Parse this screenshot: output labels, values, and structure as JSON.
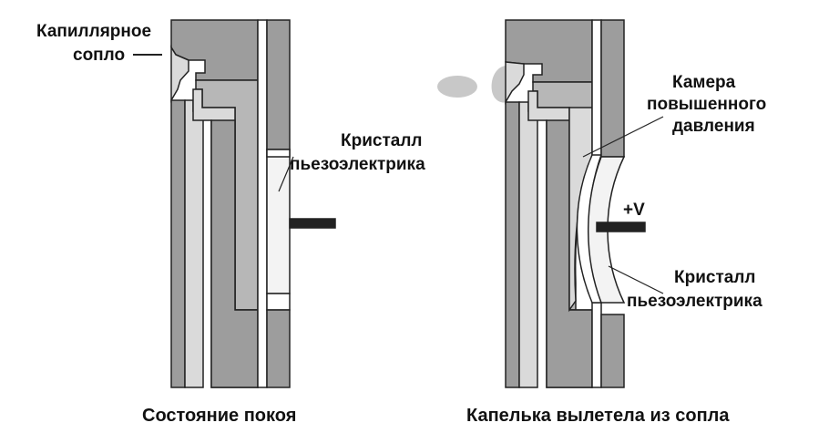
{
  "left": {
    "nozzle_label": [
      "Капиллярное",
      "сопло"
    ],
    "crystal_label": [
      "Кристалл",
      "пьезоэлектрика"
    ],
    "caption": "Состояние покоя"
  },
  "right": {
    "chamber_label": [
      "Камера",
      "повышенного",
      "давления"
    ],
    "voltage_label": "+V",
    "crystal_label": [
      "Кристалл",
      "пьезоэлектрика"
    ],
    "caption": "Капелька вылетела из сопла"
  },
  "colors": {
    "dark_gray": "#9d9d9d",
    "mid_gray": "#b7b7b7",
    "light_gray": "#dadada",
    "crystal": "#f3f3f3",
    "outline": "#222222",
    "drop": "#c8c8c8"
  }
}
